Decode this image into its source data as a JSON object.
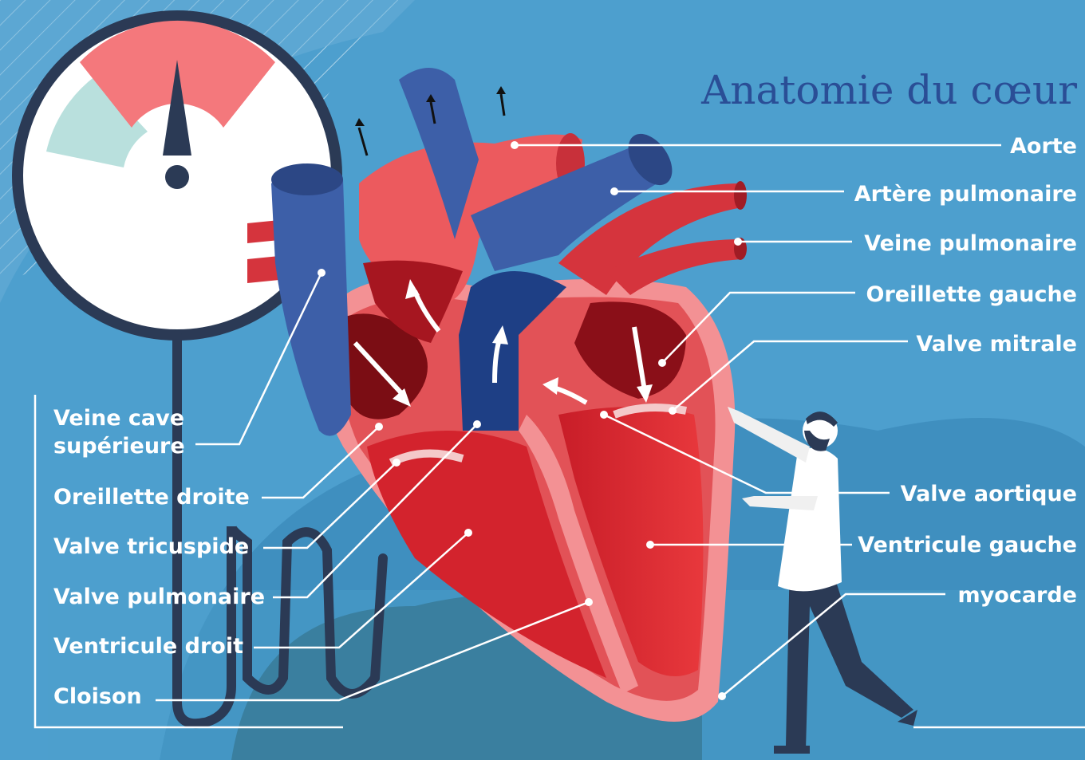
{
  "title": "Anatomie du cœur",
  "labels_right": {
    "aorte": "Aorte",
    "artere_pulmonaire": "Artère pulmonaire",
    "veine_pulmonaire": "Veine pulmonaire",
    "oreillette_gauche": "Oreillette gauche",
    "valve_mitrale": "Valve mitrale",
    "valve_aortique": "Valve aortique",
    "ventricule_gauche": "Ventricule gauche",
    "myocarde": "myocarde"
  },
  "labels_left": {
    "veine_cave_line1": "Veine cave",
    "veine_cave_line2": "supérieure",
    "oreillette_droite": "Oreillette droite",
    "valve_tricuspide": "Valve tricuspide",
    "valve_pulmonaire": "Valve pulmonaire",
    "ventricule_droit": "Ventricule droit",
    "cloison": "Cloison"
  },
  "colors": {
    "background": "#4d9fce",
    "title": "#2a4e96",
    "heart_red": "#e8444a",
    "vein_blue": "#3d5fa8",
    "gauge_pink": "#f4787c",
    "gauge_teal": "#b9e0dd"
  }
}
